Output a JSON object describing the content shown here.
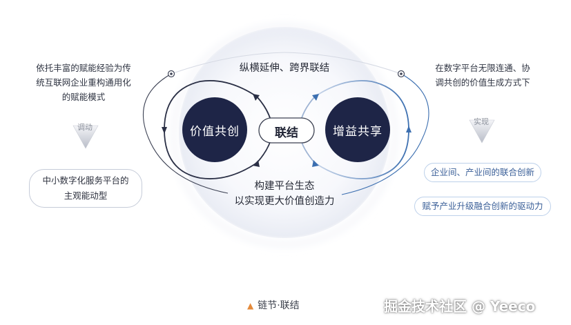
{
  "left": {
    "intro_lines": [
      "依托丰富的赋能经验为传",
      "统互联网企业重构通用化",
      "的赋能模式"
    ],
    "arrow_label": "调动",
    "pill_lines": [
      "中小数字化服务平台的",
      "主观能动型"
    ]
  },
  "right": {
    "intro_lines": [
      "在数字平台无限连通、协",
      "调共创的价值生成方式下"
    ],
    "arrow_label": "实现",
    "pill_1": "企业间、产业间的联合创新",
    "pill_2": "赋予产业升级融合创新的驱动力"
  },
  "center": {
    "top_label": "纵横延伸、跨界联结",
    "left_circle": "价值共创",
    "right_circle": "增益共享",
    "hub": "联结",
    "bottom_lines": [
      "构建平台生态",
      "以实现更大价值创造力"
    ]
  },
  "footer": {
    "caption": "链节·联结"
  },
  "watermark": "掘金技术社区 @ Yeeco",
  "colors": {
    "navy": "#1e2547",
    "blue_accent": "#3c6fb0",
    "footer_triangle": "#e48a3b"
  }
}
